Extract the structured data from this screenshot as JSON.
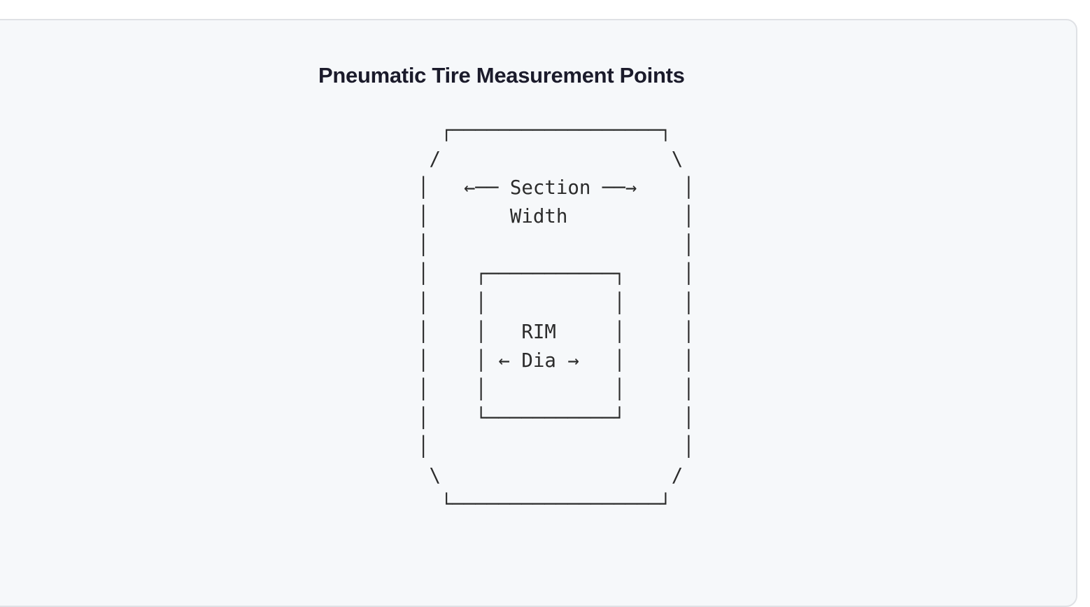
{
  "diagram": {
    "title": "Pneumatic Tire Measurement Points",
    "ascii_lines": [
      "  ┌──────────────────┐",
      " /                    \\",
      "│   ←── Section ──→    │",
      "│       Width          │",
      "│                      │",
      "│    ┌───────────┐     │",
      "│    │           │     │",
      "│    │   RIM     │     │",
      "│    │ ← Dia →   │     │",
      "│    │           │     │",
      "│    └───────────┘     │",
      "│                      │",
      " \\                    /",
      "  └──────────────────┘"
    ],
    "labels": {
      "section_width": "Section Width",
      "rim": "RIM",
      "rim_diameter": "Dia"
    },
    "colors": {
      "card_background": "#f6f8fa",
      "card_border": "#dfe1e5",
      "title_text": "#1b1b2b",
      "diagram_text": "#2b2b2b"
    }
  }
}
